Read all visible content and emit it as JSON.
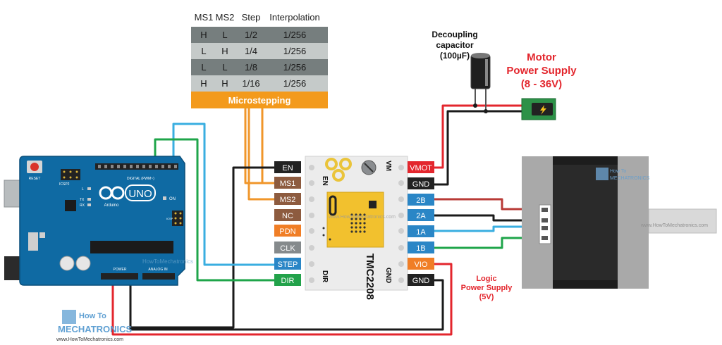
{
  "table": {
    "headers": [
      "MS1",
      "MS2",
      "Step",
      "Interpolation"
    ],
    "rows": [
      [
        "H",
        "L",
        "1/2",
        "1/256"
      ],
      [
        "L",
        "H",
        "1/4",
        "1/256"
      ],
      [
        "L",
        "L",
        "1/8",
        "1/256"
      ],
      [
        "H",
        "H",
        "1/16",
        "1/256"
      ]
    ],
    "footer": "Microstepping"
  },
  "capacitor": {
    "line1": "Decoupling",
    "line2": "capacitor",
    "line3": "(100µF)"
  },
  "motor_supply": {
    "line1": "Motor",
    "line2": "Power Supply",
    "line3": "(8 - 36V)"
  },
  "logic_supply": {
    "line1": "Logic",
    "line2": "Power Supply",
    "line3": "(5V)"
  },
  "driver": {
    "name": "TMC2208",
    "left_pins": [
      "EN",
      "MS1",
      "MS2",
      "NC",
      "PDN",
      "CLK",
      "STEP",
      "DIR"
    ],
    "right_pins": [
      "VMOT",
      "GND",
      "2B",
      "2A",
      "1A",
      "1B",
      "VIO",
      "GND"
    ],
    "board_labels": {
      "en": "EN",
      "vm": "VM",
      "dir": "DIR",
      "gnd": "GND"
    },
    "watermark": "www.HowToMechatronics.com"
  },
  "arduino": {
    "reset": "RESET",
    "icsp2": "ICSP2",
    "uno": "UNO",
    "brand": "Arduino",
    "on": "ON",
    "tx": "TX",
    "rx": "RX",
    "l": "L",
    "digital": "DIGITAL (PWM~)",
    "power": "POWER",
    "analog": "ANALOG IN",
    "icsp": "ICSP",
    "watermark": "HowToMechatronics"
  },
  "motor_watermark": "www.HowToMechatronics.com",
  "logo": {
    "line1": "How To",
    "line2": "MECHATRONICS",
    "url": "www.HowToMechatronics.com"
  },
  "colors": {
    "red_wire": "#e3262d",
    "black_wire": "#1a1a1a",
    "blue_wire": "#39aee0",
    "green_wire": "#1fa54a",
    "orange_wire": "#f0962a",
    "brown_wire": "#b34a3a",
    "accent_red": "#e3262d",
    "board_blue": "#0f6aa3"
  }
}
